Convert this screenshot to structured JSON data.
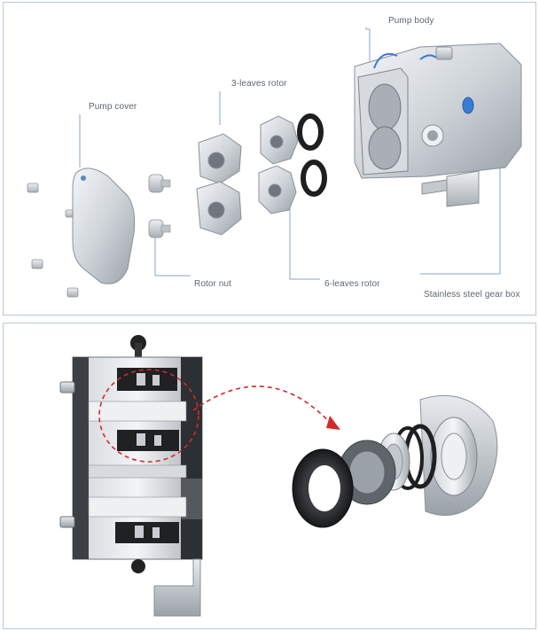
{
  "labels": {
    "pump_body": "Pump body",
    "three_leaves_rotor": "3-leaves rotor",
    "pump_cover": "Pump cover",
    "rotor_nut": "Rotor nut",
    "six_leaves_rotor": "6-leaves rotor",
    "gear_box": "Stainless steel gear box"
  },
  "colors": {
    "callout_line": "#8aa6c4",
    "panel_border": "#b9c9d9",
    "metal_light": "#e9ecef",
    "metal_mid": "#c3c8cd",
    "metal_dark": "#7d848b",
    "rubber": "#1e1f21",
    "accent_blue": "#3a7bd5",
    "arrow_red": "#d62828"
  }
}
